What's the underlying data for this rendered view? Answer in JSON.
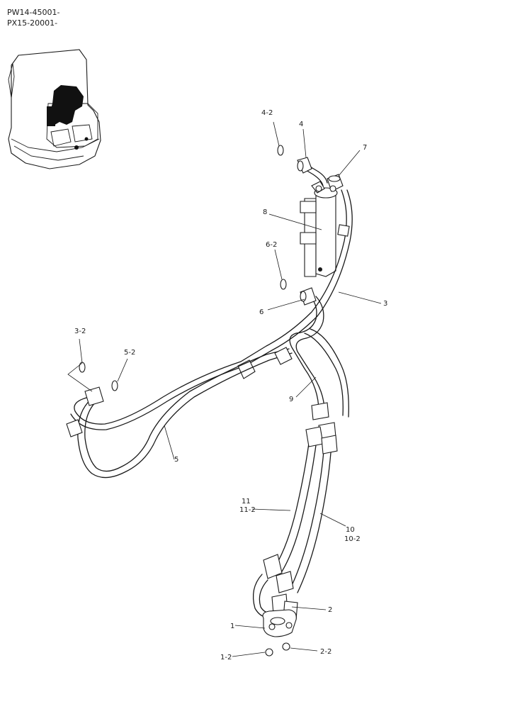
{
  "serial_numbers": [
    "PW14-45001-",
    "PX15-20001-"
  ],
  "part_labels": {
    "p4_2": "4-2",
    "p4": "4",
    "p7": "7",
    "p8": "8",
    "p6_2": "6-2",
    "p6": "6",
    "p3": "3",
    "p3_2": "3-2",
    "p5_2": "5-2",
    "p9": "9",
    "p5": "5",
    "p11": "11",
    "p11_2": "11-2",
    "p10": "10",
    "p10_2": "10-2",
    "p2": "2",
    "p1": "1",
    "p1_2": "1-2",
    "p2_2": "2-2"
  }
}
